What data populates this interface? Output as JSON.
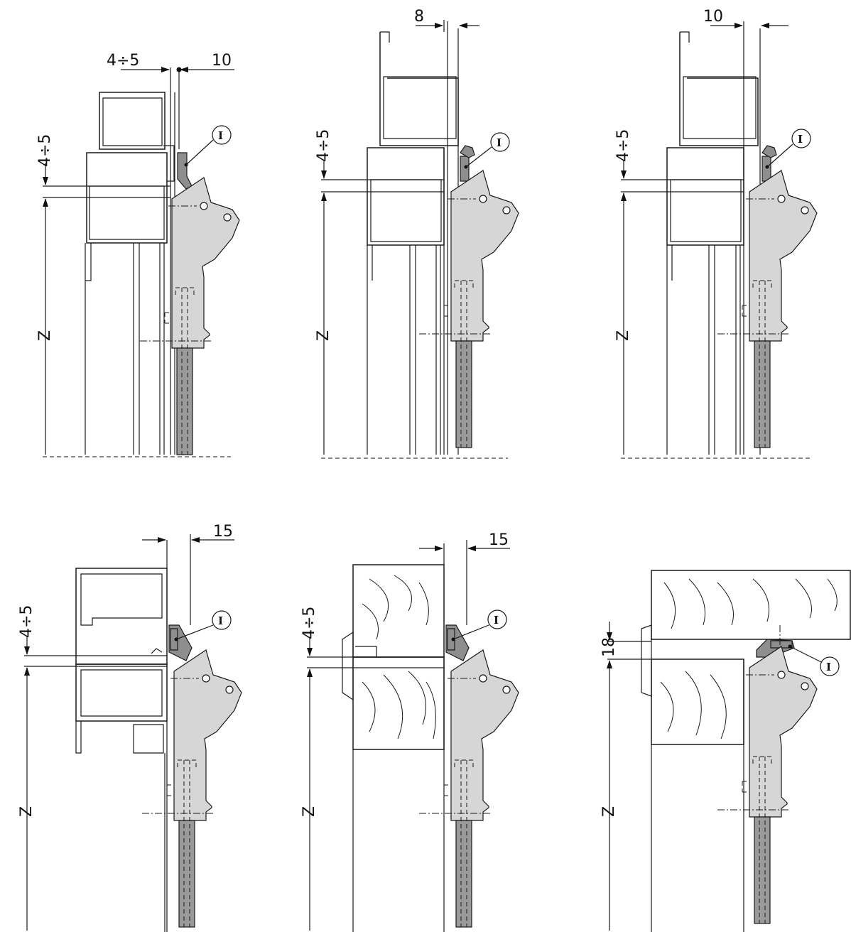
{
  "colors": {
    "line": "#1a1a1a",
    "hardware_fill": "#d6d6d6",
    "seal_fill": "#8e8e8e",
    "rod_fill": "#9a9a9a",
    "background": "#ffffff"
  },
  "callout_label": "I",
  "height_label": "Z",
  "details": [
    {
      "id": "d1",
      "gap_label": "4÷5",
      "top_left_label": "4÷5",
      "top_right_label": "10",
      "type": "aluminium-a"
    },
    {
      "id": "d2",
      "gap_label": "4÷5",
      "top_right_label": "8",
      "type": "aluminium-b"
    },
    {
      "id": "d3",
      "gap_label": "4÷5",
      "top_right_label": "10",
      "type": "aluminium-b"
    },
    {
      "id": "d4",
      "gap_label": "4÷5",
      "top_right_label": "15",
      "type": "steel"
    },
    {
      "id": "d5",
      "gap_label": "4÷5",
      "top_right_label": "15",
      "type": "wood-a"
    },
    {
      "id": "d6",
      "gap_label": "18",
      "top_right_label": "",
      "type": "wood-b"
    }
  ]
}
